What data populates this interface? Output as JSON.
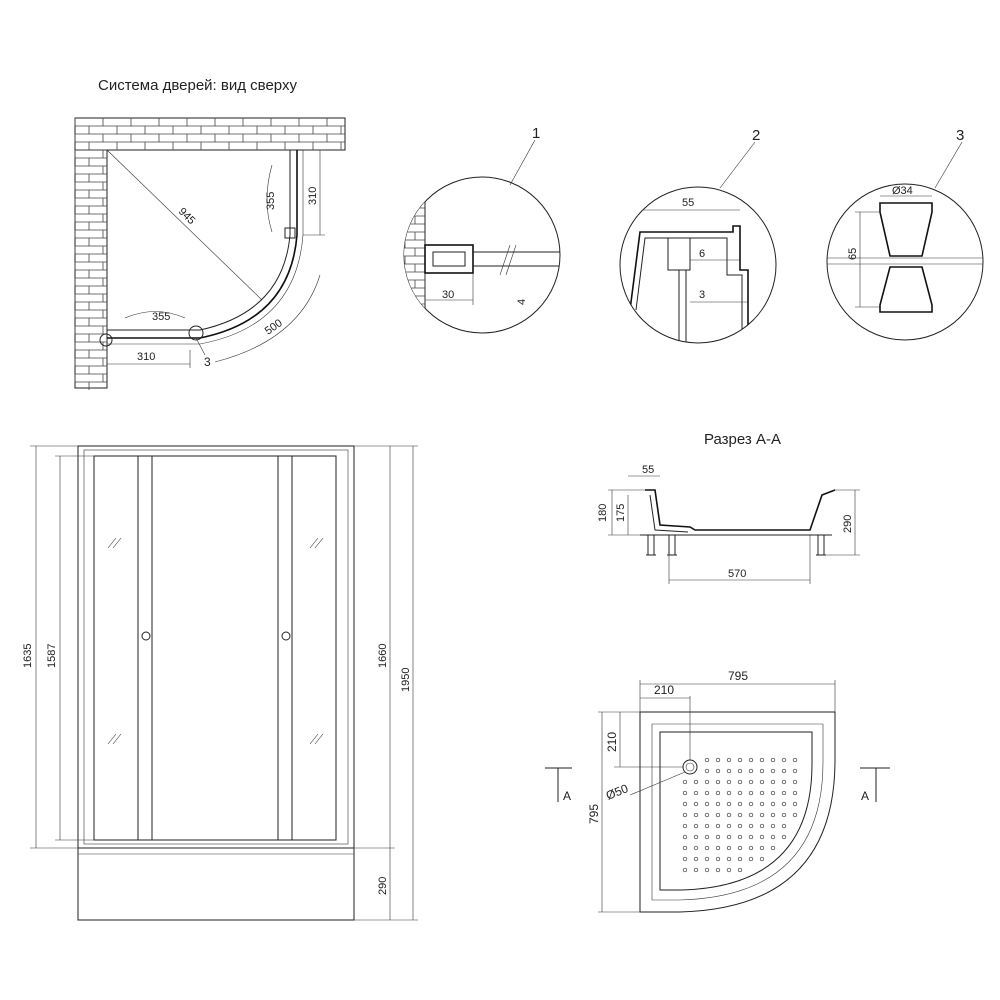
{
  "top_view": {
    "title": "Система дверей: вид сверху",
    "dims": {
      "diagonal": "945",
      "radius": "500",
      "door_arc_right": "355",
      "door_arc_bottom": "355",
      "wall_segment_right": "310",
      "wall_segment_bottom": "310",
      "callout": "3"
    }
  },
  "details": [
    {
      "id": "1",
      "dims": [
        "30",
        "4"
      ]
    },
    {
      "id": "2",
      "dims": [
        "55",
        "6",
        "3"
      ]
    },
    {
      "id": "3",
      "dims": [
        "Ø34",
        "65"
      ]
    }
  ],
  "front_view": {
    "dims": {
      "door_outer": "1635",
      "door_inner": "1587",
      "panel_height": "1660",
      "total_height": "1950",
      "tray_height": "290"
    }
  },
  "section": {
    "title": "Разрез А-А",
    "dims": {
      "rim_width": "55",
      "side_outer": "180",
      "side_inner": "175",
      "tray_height": "290",
      "bottom_width": "570"
    }
  },
  "tray_plan": {
    "dims": {
      "width": "795",
      "depth": "795",
      "drain_offset_x": "210",
      "drain_offset_y": "210",
      "drain_diameter": "Ø50"
    },
    "section_marks": [
      "A",
      "A"
    ]
  }
}
